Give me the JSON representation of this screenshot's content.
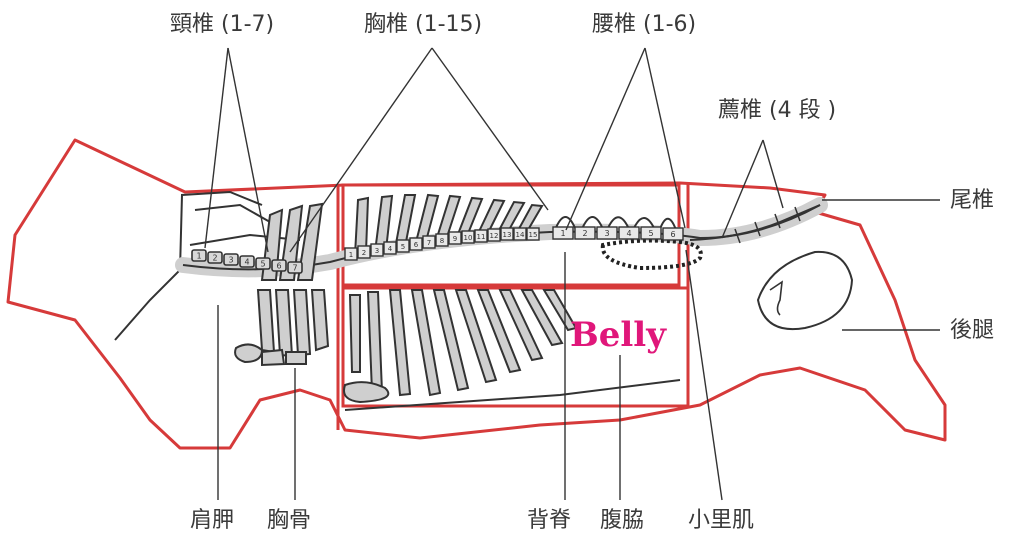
{
  "labels": {
    "cervical": "頸椎 (1-7)",
    "thoracic": "胸椎 (1-15)",
    "lumbar": "腰椎 (1-6)",
    "sacral": "薦椎 (4 段 )",
    "tail": "尾椎",
    "ham": "後腿",
    "shoulder": "肩胛",
    "sternum": "胸骨",
    "loin": "背脊",
    "belly_cn": "腹脇",
    "tenderloin": "小里肌",
    "belly_en": "Belly"
  },
  "thoracic_numbers": [
    "1",
    "2",
    "3",
    "4",
    "5",
    "6",
    "7",
    "8",
    "9",
    "10",
    "11",
    "12",
    "13",
    "14",
    "15"
  ],
  "lumbar_numbers": [
    "1",
    "2",
    "3",
    "4",
    "5",
    "6"
  ],
  "cervical_numbers": [
    "1",
    "2",
    "3",
    "4",
    "5",
    "6",
    "7"
  ],
  "colors": {
    "outline": "#d63a3a",
    "bone": "#cfcfcf",
    "ink": "#333333",
    "belly_text": "#e0177a"
  }
}
